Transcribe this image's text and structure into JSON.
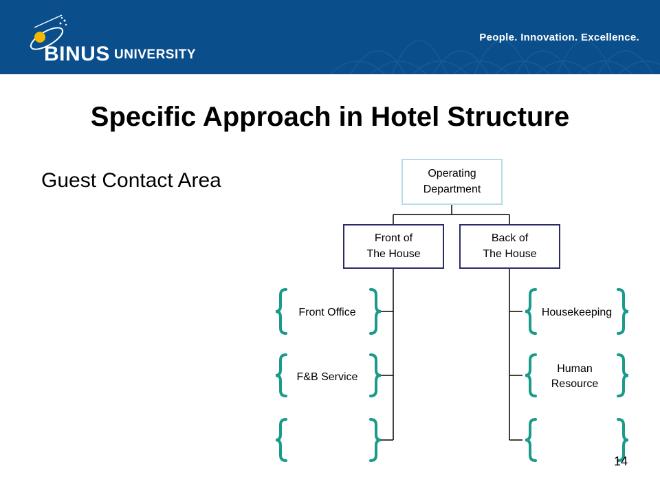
{
  "header": {
    "logo_main": "BINUS",
    "logo_sub": "UNIVERSITY",
    "tagline": "People. Innovation. Excellence.",
    "background_color": "#0a4f8c"
  },
  "slide": {
    "title": "Specific Approach in Hotel Structure",
    "subtitle": "Guest Contact Area",
    "page_number": "14"
  },
  "org_chart": {
    "root": "Operating\nDepartment",
    "branches": [
      {
        "label": "Front of\nThe House",
        "children": [
          "Front Office",
          "F&B Service",
          ""
        ]
      },
      {
        "label": "Back of\nThe House",
        "children": [
          "Housekeeping",
          "Human\nResource",
          ""
        ]
      }
    ],
    "bracket_color": "#1a9a8a",
    "root_border_color": "#b8dce6",
    "branch_border_color": "#2a2a6a"
  }
}
